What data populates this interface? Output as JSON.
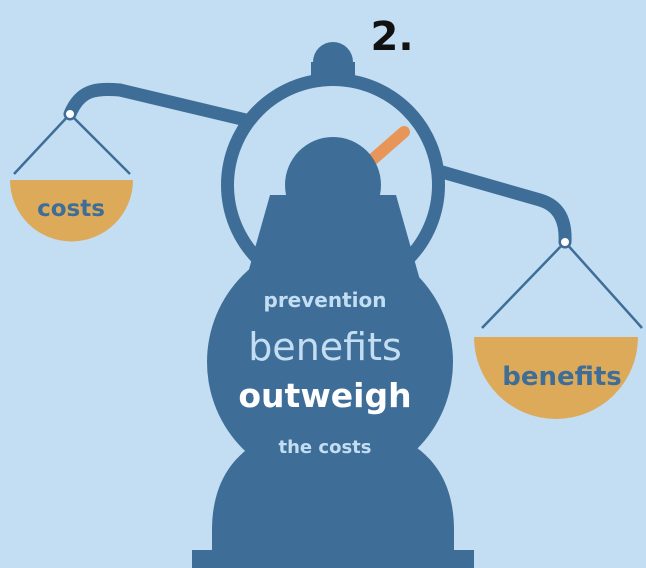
{
  "step_number": "2.",
  "pans": {
    "left_label": "costs",
    "right_label": "benefits"
  },
  "body": {
    "line1": "prevention",
    "line2": "benefits",
    "line3": "outweigh",
    "line4": "the costs"
  },
  "colors": {
    "background": "#c3def2",
    "scale_body": "#3e6e98",
    "pan": "#ddaa5a",
    "needle": "#e8955a",
    "text_light": "#c3def2",
    "text_white": "#ffffff",
    "text_dark": "#111111"
  }
}
